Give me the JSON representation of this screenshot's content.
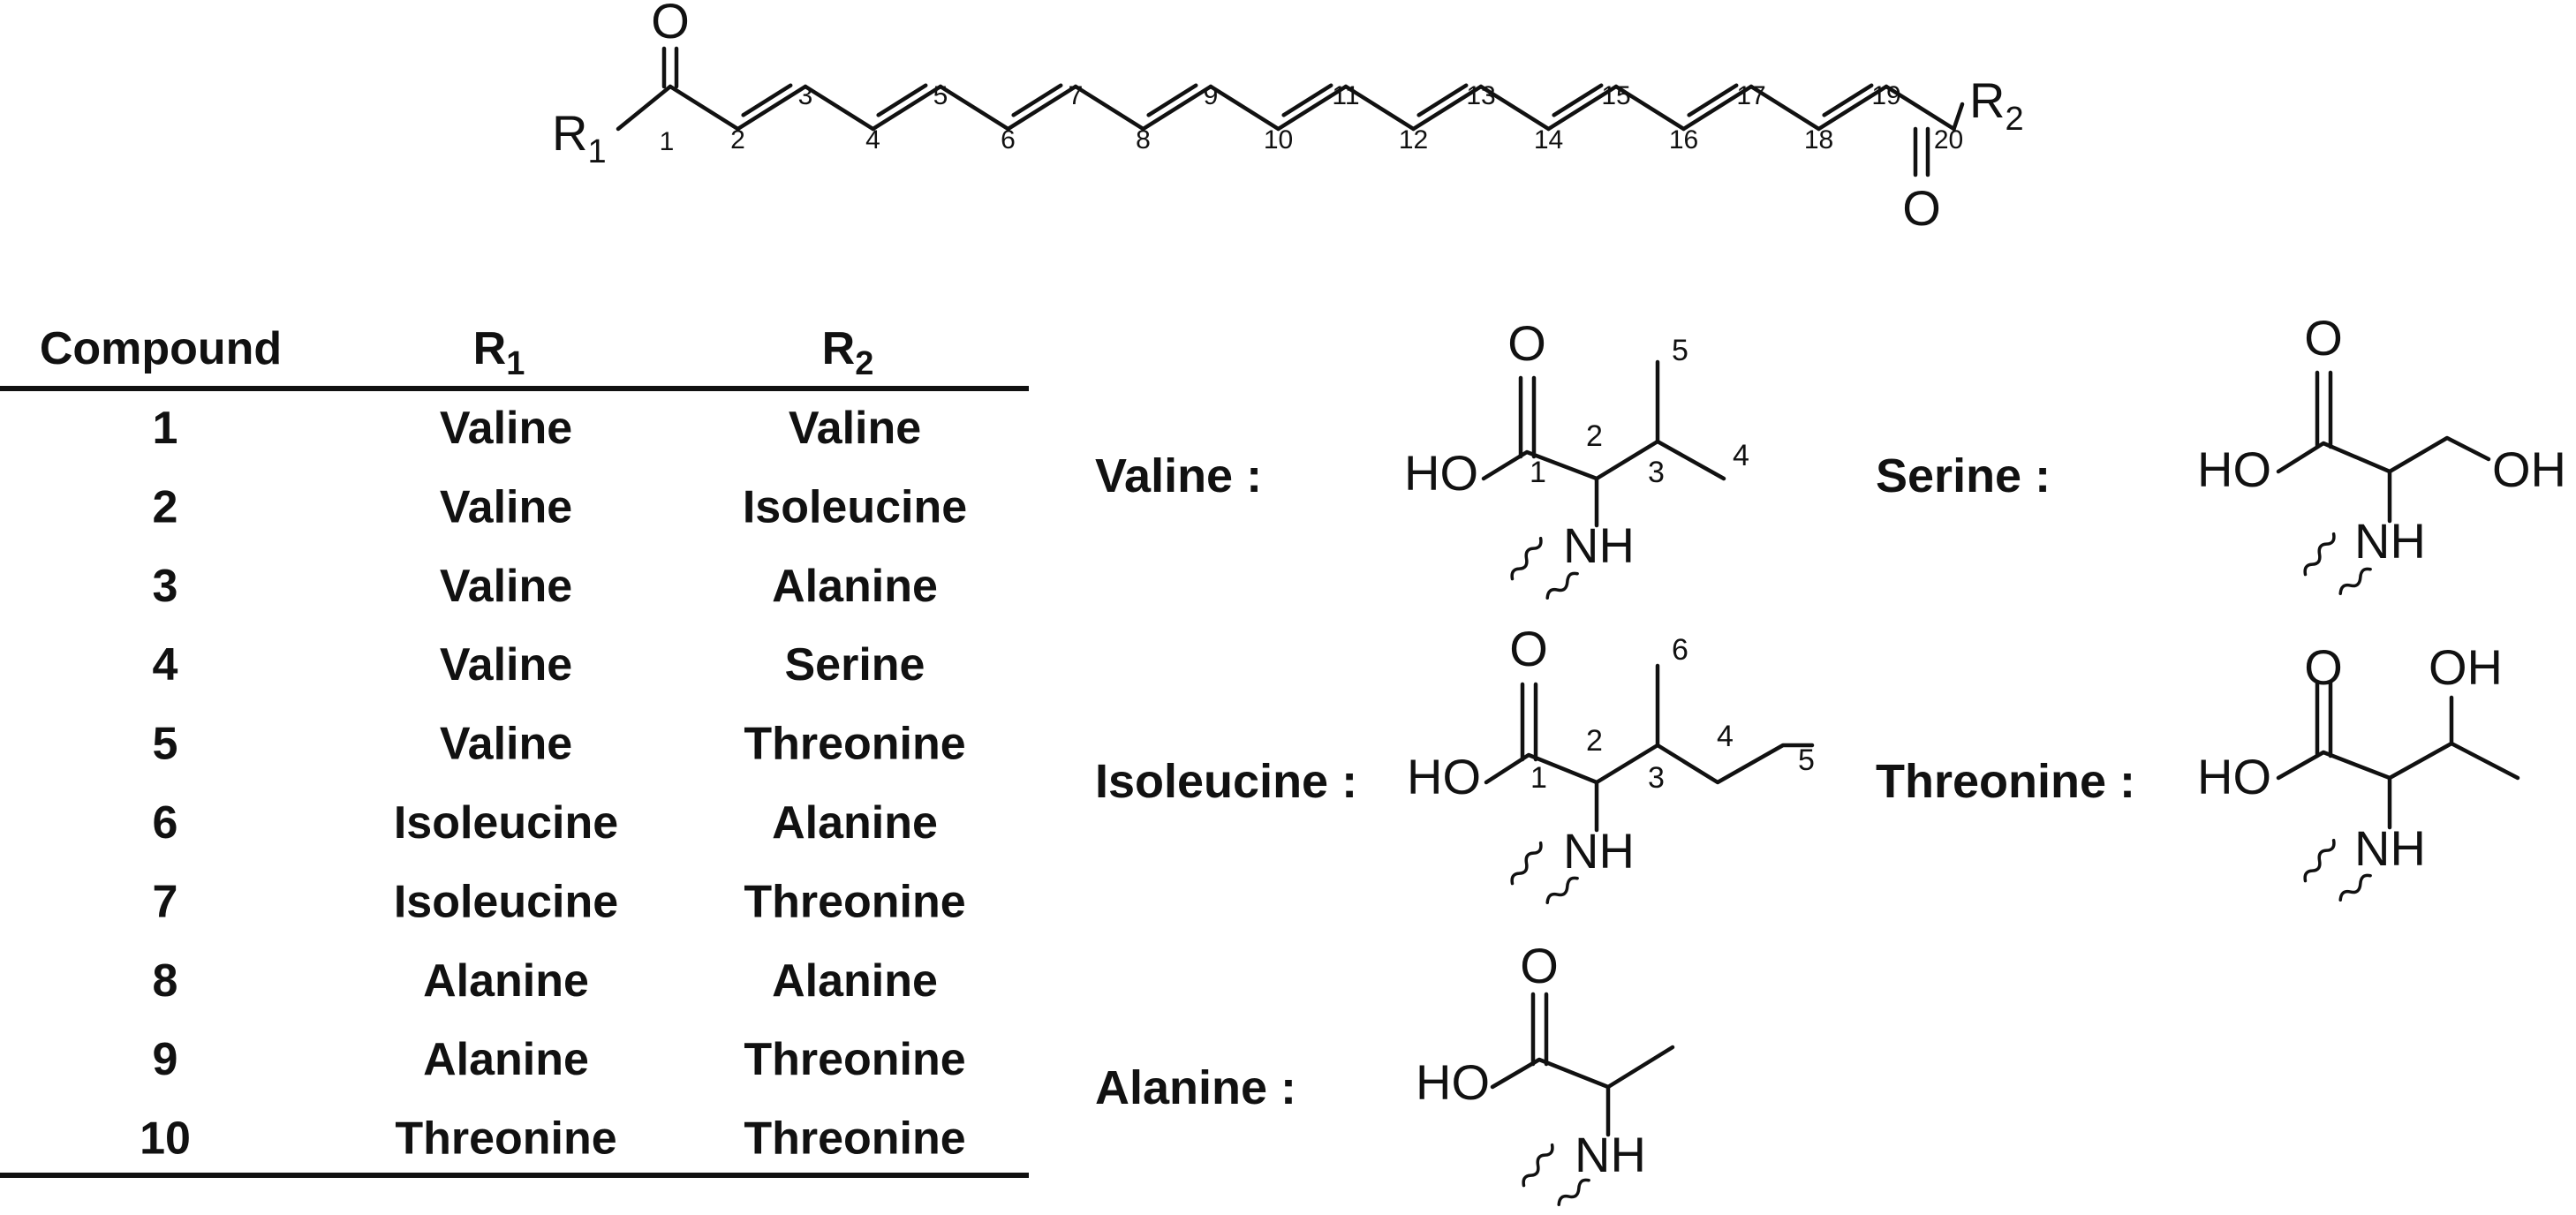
{
  "core": {
    "r1_main": "R",
    "r1_sub": "1",
    "r2_main": "R",
    "r2_sub": "2",
    "carbonyl_o": "O",
    "carbons": [
      "1",
      "2",
      "3",
      "4",
      "5",
      "6",
      "7",
      "8",
      "9",
      "10",
      "11",
      "12",
      "13",
      "14",
      "15",
      "16",
      "17",
      "18",
      "19",
      "20"
    ]
  },
  "table": {
    "headers": {
      "compound": "Compound",
      "r1_main": "R",
      "r1_sub": "1",
      "r2_main": "R",
      "r2_sub": "2"
    },
    "rows": [
      {
        "compound": "1",
        "r1": "Valine",
        "r2": "Valine"
      },
      {
        "compound": "2",
        "r1": "Valine",
        "r2": "Isoleucine"
      },
      {
        "compound": "3",
        "r1": "Valine",
        "r2": "Alanine"
      },
      {
        "compound": "4",
        "r1": "Valine",
        "r2": "Serine"
      },
      {
        "compound": "5",
        "r1": "Valine",
        "r2": "Threonine"
      },
      {
        "compound": "6",
        "r1": "Isoleucine",
        "r2": "Alanine"
      },
      {
        "compound": "7",
        "r1": "Isoleucine",
        "r2": "Threonine"
      },
      {
        "compound": "8",
        "r1": "Alanine",
        "r2": "Alanine"
      },
      {
        "compound": "9",
        "r1": "Alanine",
        "r2": "Threonine"
      },
      {
        "compound": "10",
        "r1": "Threonine",
        "r2": "Threonine"
      }
    ]
  },
  "amino_acids": {
    "valine": {
      "label": "Valine :",
      "o": "O",
      "ho": "HO",
      "nh": "NH",
      "nums": [
        "1",
        "2",
        "3",
        "4",
        "5"
      ]
    },
    "isoleucine": {
      "label": "Isoleucine :",
      "o": "O",
      "ho": "HO",
      "nh": "NH",
      "nums": [
        "1",
        "2",
        "3",
        "4",
        "5",
        "6"
      ]
    },
    "alanine": {
      "label": "Alanine :",
      "o": "O",
      "ho": "HO",
      "nh": "NH"
    },
    "serine": {
      "label": "Serine :",
      "o": "O",
      "ho": "HO",
      "nh": "NH",
      "oh": "OH"
    },
    "threonine": {
      "label": "Threonine :",
      "o": "O",
      "ho": "HO",
      "nh": "NH",
      "oh": "OH"
    }
  }
}
